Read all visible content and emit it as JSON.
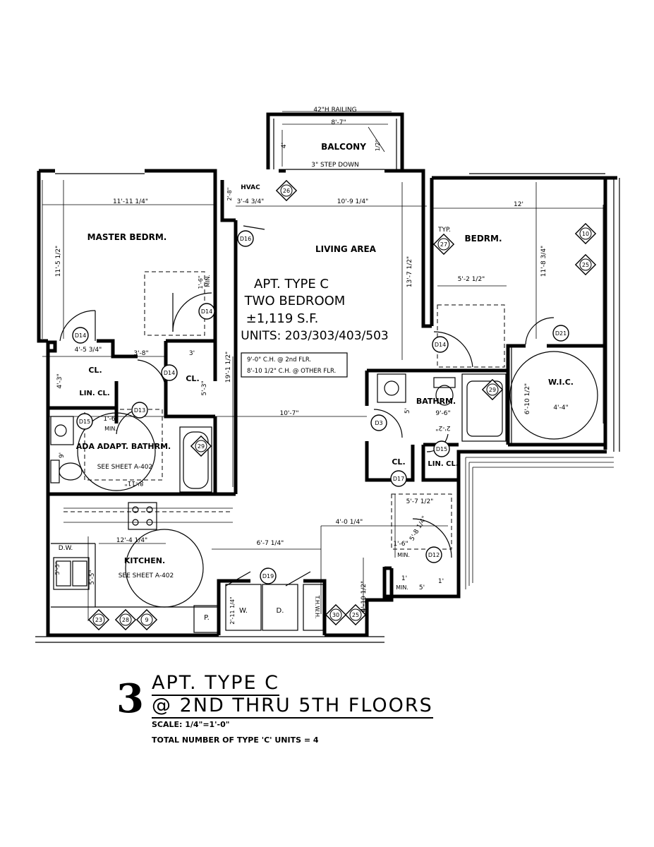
{
  "balcony": {
    "railing": "42\"H RAILING",
    "width_dim": "8'-7\"",
    "depth_dim": "4'",
    "label": "BALCONY",
    "slope": "1/2\"",
    "step": "3\" STEP DOWN"
  },
  "rooms": {
    "master": "MASTER BEDRM.",
    "hvac": "HVAC",
    "living": "LIVING AREA",
    "typ": "TYP.",
    "bedroom": "BEDRM.",
    "closet1": "CL.",
    "closet2": "CL.",
    "closet3": "CL.",
    "lin1": "LIN. CL.",
    "lin2": "LIN. CL.",
    "ada_bath": "ADA ADAPT. BATHRM.",
    "ada_sheet": "SEE SHEET A-402",
    "bath": "BATHRM.",
    "wic": "W.I.C.",
    "kitchen": "KITCHEN.",
    "kitchen_sheet": "SEE SHEET A-402",
    "dw": "D.W.",
    "pantry": "P.",
    "washer": "W.",
    "dryer": "D.",
    "thwh": "T.H.W.H.",
    "min1": "MIN.",
    "min2": "MIN.",
    "min3": "MIN.",
    "min4": "MIN."
  },
  "center": {
    "line1": "APT. TYPE C",
    "line2": "TWO BEDROOM",
    "line3": "±1,119 S.F.",
    "line4": "UNITS: 203/303/403/503",
    "ch1": "9'-0\" C.H. @ 2nd FLR.",
    "ch2": "8'-10 1/2\" C.H. @ OTHER FLR."
  },
  "dims": {
    "d_master_w": "11'-11 1/4\"",
    "d_master_h": "11'-5 1/2\"",
    "d_hvac_w": "3'-4 3/4\"",
    "d_hvac_h": "2'-8\"",
    "d_living_w": "10'-9 1/4\"",
    "d_bed_w": "12'",
    "d_bed_h": "11'-8 3/4\"",
    "d_living_h": "13'-7 1/2\"",
    "d_bath_w": "5'-2 1/2\"",
    "d_min1": "1'-6\"",
    "d_19": "19'-1 1/2\"",
    "d_cl1": "4'-5 3/4\"",
    "d_cl1h": "4'-3\"",
    "d_38": "3'-8\"",
    "d_3": "3'",
    "d_53": "5'-3\"",
    "d_107": "10'-7\"",
    "d_5": "5'",
    "d_96": "9'-6\"",
    "d_22": "2'-2\"",
    "d_wic": "6'-10 1/2\"",
    "d_wic2": "4'-4\"",
    "d_ada_h": "9'",
    "d_ada_w": "8'-11\"",
    "d_16": "1'-6\"",
    "d_402": "4'-0 1/4\"",
    "d_572": "5'-7 1/2\"",
    "d_582": "5'-8 1/4\"",
    "d_16b": "1'-6\"",
    "d_1b": "1'",
    "d_5b": "5'",
    "d_1": "1'",
    "d_124": "12'-4 1/4\"",
    "d_672": "6'-7 1/4\"",
    "d_55": "5'-5\"",
    "d_211": "2'-11 1/4\"",
    "d_4012": "4'-10 1/2\"",
    "d_k": "5'-5\""
  },
  "doors": [
    "D16",
    "D14",
    "D14",
    "D14",
    "D14",
    "D13",
    "D15",
    "D3",
    "D15",
    "D17",
    "D12",
    "D19",
    "D21"
  ],
  "tags": [
    "26",
    "27",
    "10",
    "25",
    "29",
    "29",
    "23",
    "28",
    "9",
    "30",
    "25",
    "10"
  ],
  "legend": {
    "number": "3",
    "title1": "APT. TYPE C",
    "title2": "@ 2ND THRU 5TH FLOORS",
    "scale": "SCALE: 1/4\"=1'-0\"",
    "total": "TOTAL NUMBER OF TYPE 'C' UNITS = 4"
  }
}
